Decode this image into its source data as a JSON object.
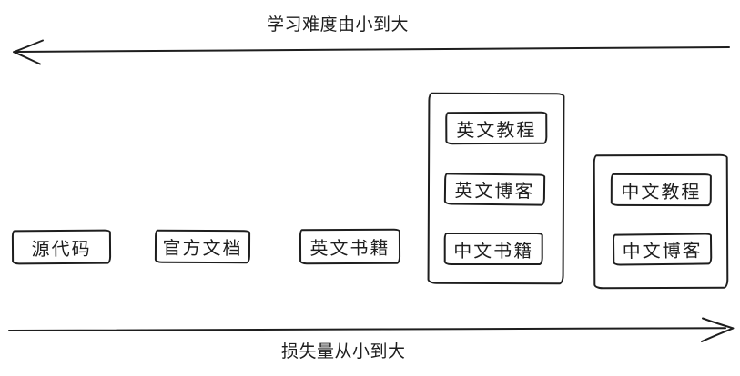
{
  "diagram": {
    "background": "#ffffff",
    "stroke_color": "#1e1e1e",
    "axes": {
      "top": {
        "label": "学习难度由小到大",
        "direction": "left"
      },
      "bottom": {
        "label": "损失量从小到大",
        "direction": "right"
      }
    },
    "standalone_nodes": [
      {
        "label": "源代码"
      },
      {
        "label": "官方文档"
      },
      {
        "label": "英文书籍"
      }
    ],
    "groups": [
      {
        "name": "english-resources-group",
        "items": [
          {
            "label": "英文教程"
          },
          {
            "label": "英文博客"
          },
          {
            "label": "中文书籍"
          }
        ]
      },
      {
        "name": "chinese-resources-group",
        "items": [
          {
            "label": "中文教程"
          },
          {
            "label": "中文博客"
          }
        ]
      }
    ]
  }
}
